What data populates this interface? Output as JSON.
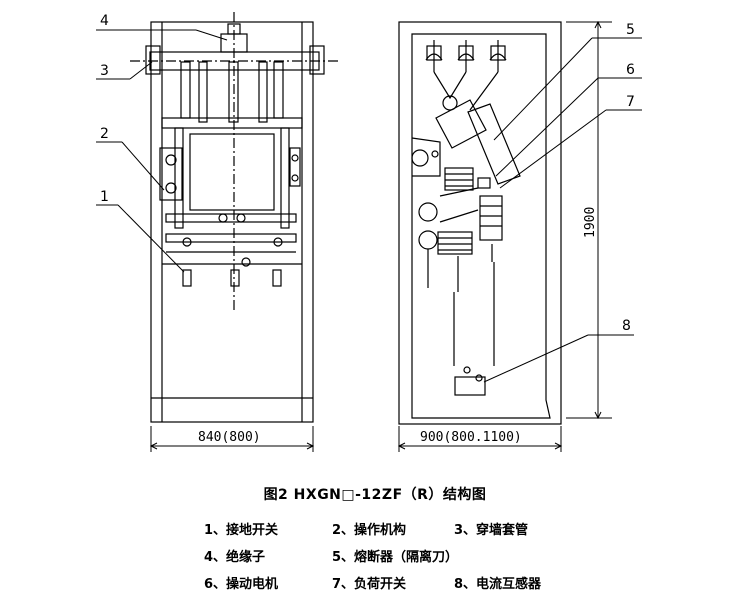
{
  "diagram": {
    "caption": "图2  HXGN□-12ZF（R）结构图",
    "front_width_label": "840(800)",
    "side_width_label": "900(800.1100)",
    "height_label": "1900",
    "callouts": [
      "1",
      "2",
      "3",
      "4",
      "5",
      "6",
      "7",
      "8"
    ],
    "legend": [
      "1、接地开关",
      "2、操作机构",
      "3、穿墙套管",
      "4、绝缘子",
      "5、熔断器（隔离刀）",
      "6、操动电机",
      "7、负荷开关",
      "8、电流互感器"
    ]
  }
}
